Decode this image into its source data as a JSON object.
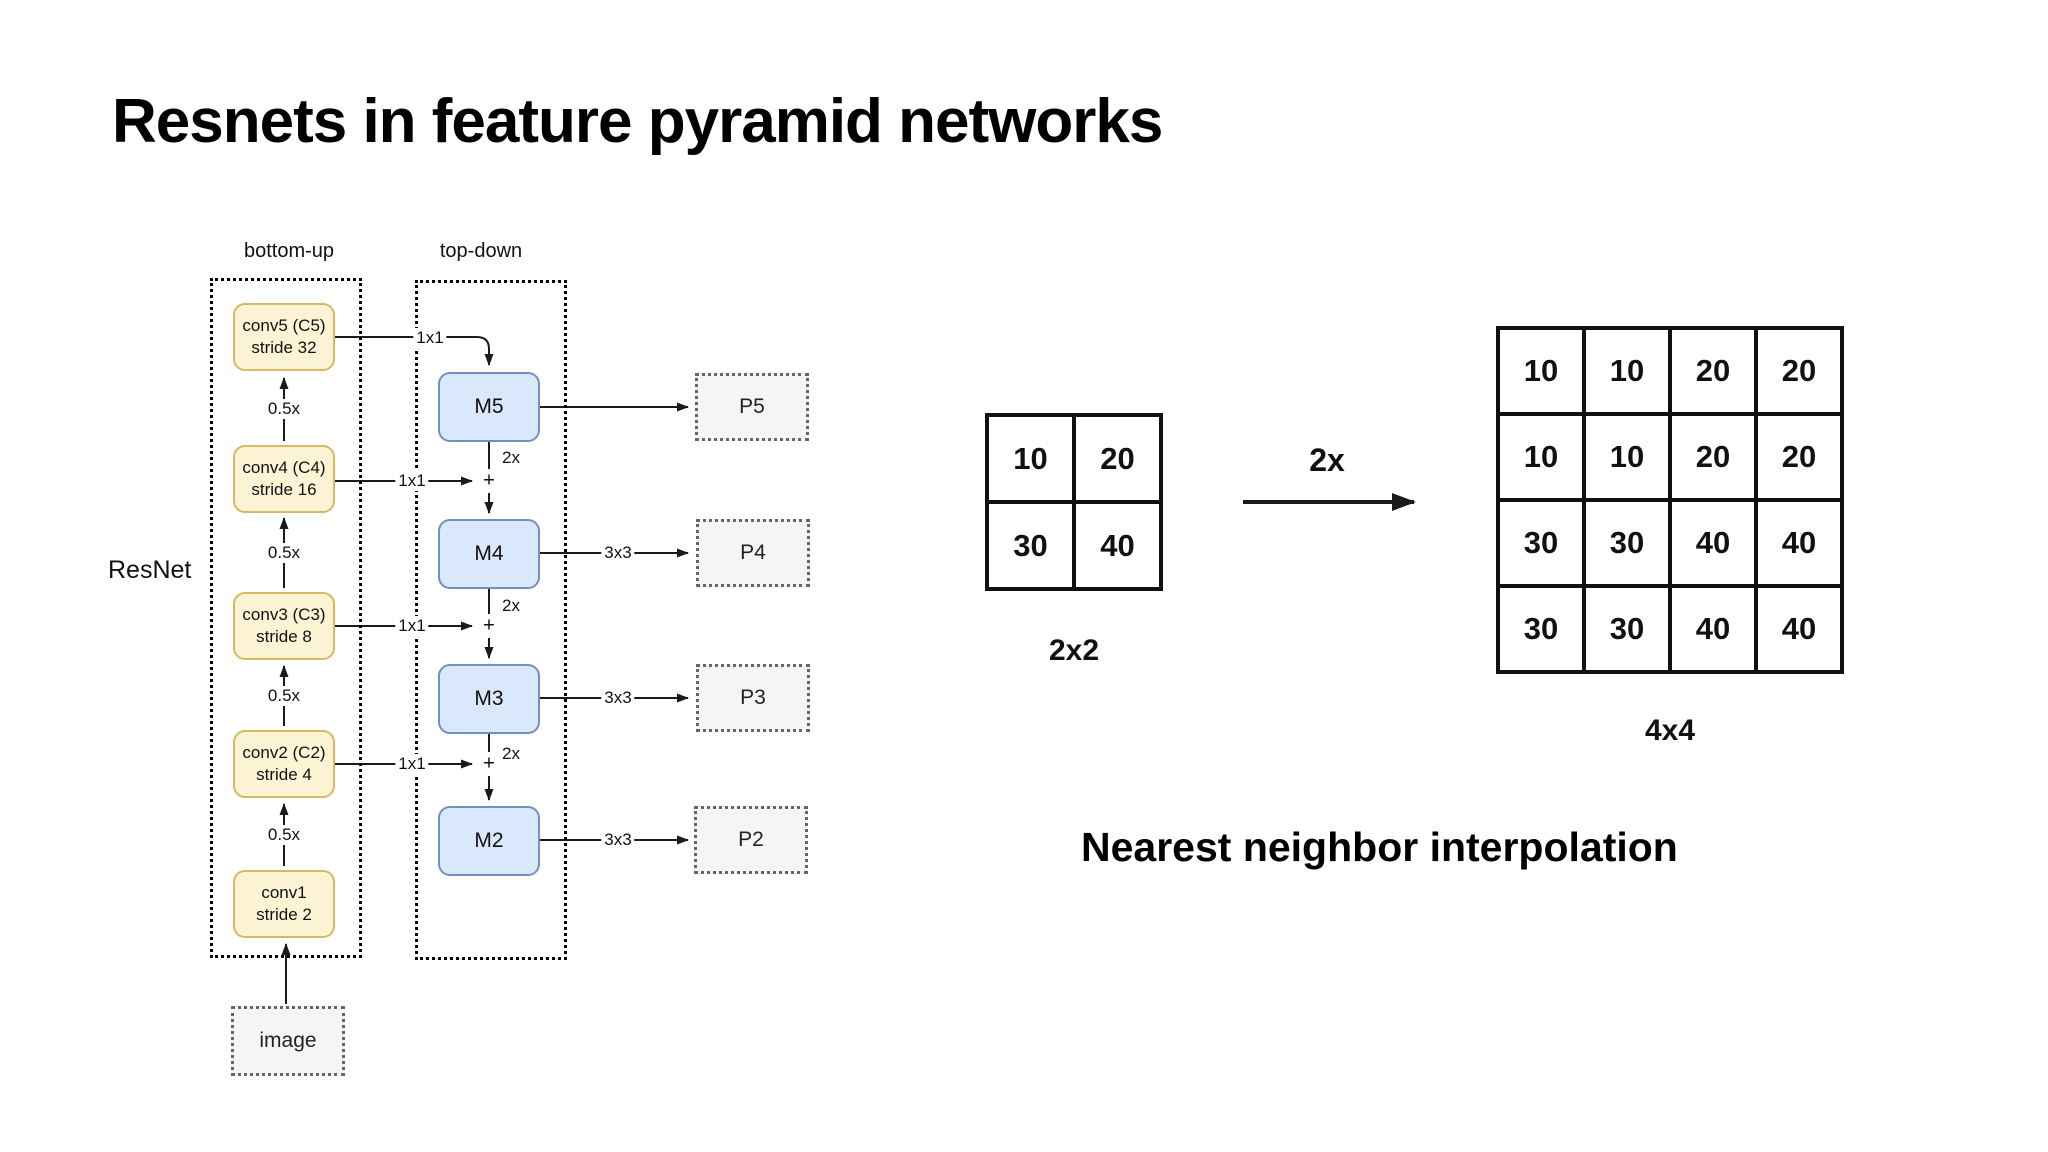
{
  "title": "Resnets in feature pyramid networks",
  "fpn": {
    "resnet_label": "ResNet",
    "bottom_up_label": "bottom-up",
    "top_down_label": "top-down",
    "image_label": "image",
    "plus": "+",
    "edge_labels": {
      "downscale": "0.5x",
      "lateral": "1x1",
      "upsample": "2x",
      "smooth": "3x3"
    },
    "conv_boxes": [
      {
        "line1": "conv5 (C5)",
        "line2": "stride 32"
      },
      {
        "line1": "conv4 (C4)",
        "line2": "stride 16"
      },
      {
        "line1": "conv3 (C3)",
        "line2": "stride 8"
      },
      {
        "line1": "conv2 (C2)",
        "line2": "stride 4"
      },
      {
        "line1": "conv1",
        "line2": "stride 2"
      }
    ],
    "m_boxes": [
      "M5",
      "M4",
      "M3",
      "M2"
    ],
    "p_boxes": [
      "P5",
      "P4",
      "P3",
      "P2"
    ]
  },
  "interpolation": {
    "caption": "Nearest neighbor interpolation",
    "arrow_label": "2x",
    "small_grid": {
      "caption": "2x2",
      "values": [
        [
          "10",
          "20"
        ],
        [
          "30",
          "40"
        ]
      ]
    },
    "big_grid": {
      "caption": "4x4",
      "values": [
        [
          "10",
          "10",
          "20",
          "20"
        ],
        [
          "10",
          "10",
          "20",
          "20"
        ],
        [
          "30",
          "30",
          "40",
          "40"
        ],
        [
          "30",
          "30",
          "40",
          "40"
        ]
      ]
    }
  },
  "colors": {
    "conv_fill": "#fcf4d4",
    "conv_border": "#d8b95e",
    "m_fill": "#dae8fc",
    "m_border": "#7090c0",
    "p_fill": "#f5f5f5",
    "p_border": "#666666",
    "line": "#1a1a1a"
  }
}
